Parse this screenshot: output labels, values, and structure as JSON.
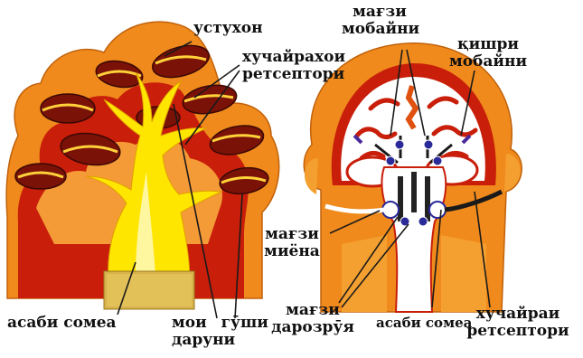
{
  "colors": {
    "outer_orange": "#f08a1c",
    "deep_red": "#c81e0a",
    "dark_red": "#7a1208",
    "yellow": "#ffe600",
    "pale_yellow": "#fff27a",
    "leader": "#1a1a1a"
  },
  "left_figure": {
    "cell_label": "устухон",
    "receptor_label_line1": "хучайрахои",
    "receptor_label_line2": "ретсептори",
    "nerve_label": "асаби сомеа",
    "hair_label_line1": "мои",
    "hair_label_line2": "гӯши",
    "hair_label_line3": "даруни"
  },
  "right_figure": {
    "midbrain_label_line1": "мағзи",
    "midbrain_label_line2": "мобайни",
    "cortex_label_line1": "қишри",
    "cortex_label_line2": "мобайни",
    "medulla_label_line1": "мағзи",
    "medulla_label_line2": "миёна",
    "oblongata_label_line1": "мағзи",
    "oblongata_label_line2": "дарозрӯя",
    "nerve_label": "асаби сомеа",
    "receptor_label_line1": "хучайраи",
    "receptor_label_line2": "ретсептори"
  }
}
